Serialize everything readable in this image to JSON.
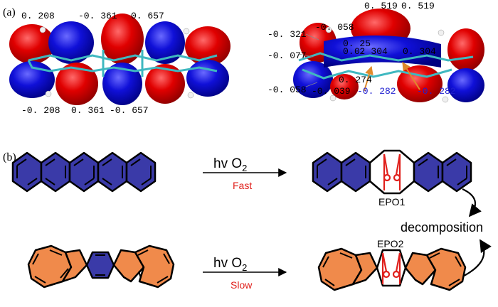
{
  "panel_a": {
    "label": "(a)",
    "left_orbital": {
      "top_values": [
        "0. 208",
        "-0. 361",
        "0. 657"
      ],
      "bottom_values": [
        "-0. 208",
        "0. 361",
        "-0. 657"
      ]
    },
    "right_orbital": {
      "top_values": [
        "0. 519",
        "0. 519"
      ],
      "left_values": [
        "-0. 321",
        "-0. 058",
        "-0. 077",
        "-0. 058"
      ],
      "inner_values": [
        "0. 304",
        "0. 304",
        "0. 274",
        "-0. 039"
      ],
      "blue_values": [
        "-0. 282",
        "-0. 282"
      ],
      "partial_values": [
        "0. 25",
        "0. 2"
      ]
    }
  },
  "panel_b": {
    "label": "(b)",
    "top_reaction": {
      "reagent": "hv O",
      "reagent_sub": "2",
      "speed": "Fast",
      "product_label": "EPO1"
    },
    "bottom_reaction": {
      "reagent": "hv O",
      "reagent_sub": "2",
      "speed": "Slow",
      "product_label": "EPO2"
    },
    "decomposition_label": "decomposition"
  },
  "colors": {
    "blue_fill": "#3a3aa8",
    "orange_fill": "#f08a4b",
    "peroxide_red": "#e0201c",
    "speed_red": "#e0201c",
    "orbital_red": "#d40000",
    "orbital_blue": "#0000c8"
  }
}
